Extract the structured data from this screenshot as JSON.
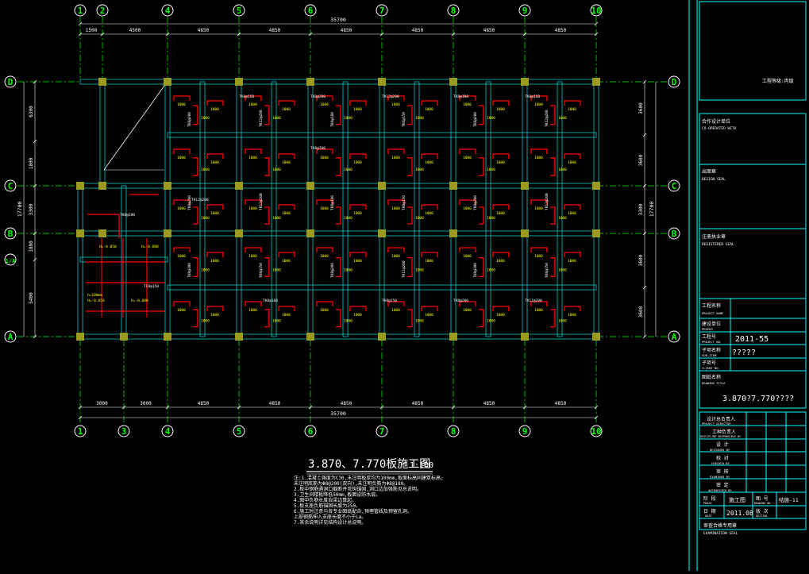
{
  "drawing": {
    "top_axes": [
      "1",
      "2",
      "4",
      "5",
      "6",
      "7",
      "8",
      "9",
      "10"
    ],
    "bottom_axes": [
      "1",
      "3",
      "4",
      "5",
      "6",
      "7",
      "8",
      "9",
      "10"
    ],
    "row_axes": [
      "D",
      "C",
      "B",
      "1/A",
      "A"
    ],
    "top_total": "35700",
    "top_dims": [
      "1500",
      "4500",
      "4850",
      "4850",
      "4850",
      "4850",
      "4850",
      "4850"
    ],
    "bottom_total": "35700",
    "bottom_dims": [
      "3000",
      "3000",
      "4850",
      "4850",
      "4850",
      "4850",
      "4850",
      "4850"
    ],
    "left_total": "17700",
    "left_dims": [
      "6300",
      "1800",
      "3300",
      "1800",
      "5400"
    ],
    "right_total": "17700",
    "right_dims": [
      "3600",
      "3600",
      "3300",
      "3600",
      "3600"
    ],
    "slab_label": "1000",
    "beam_labels": [
      "TK8@150",
      "TK8@200",
      "TK12@200",
      "TK8@180"
    ],
    "room_labels": [
      "h=100mm",
      "H=-0.050",
      "H=-0.080"
    ],
    "title": "3.870、7.770板施工图",
    "scale": "1:100",
    "notes": [
      "注:1.混凝土强度为C30,未注明板厚均为100mm,板面标高同建筑标高;",
      "    未注明底筋为Φ8@200(双向),未注明负筋为Φ8@180。",
      "2.板中钢筋遇洞口截断并弯钩锚固,洞口边加强筋见总说明。",
      "3.卫生间楼板降低50mm,板面设防水层。",
      "4.图中负筋长度自梁边算起。",
      "5.板支座负筋锚固长度为250。",
      "6.施工时注意与各专业图纸配合,预埋管线及预留孔洞。",
      "    上部钢筋伸入支座长度不小于La。",
      "7.其余说明详见结构设计总说明。"
    ]
  },
  "title_block": {
    "top_note": "工程等级:丙级",
    "coop_label": "合作设计单位",
    "coop_en": "CO-OPERATED WITH",
    "design_seal": "出图章",
    "design_seal_en": "DESIGN SEAL",
    "reg_seal": "注册执业章",
    "reg_seal_en": "REGISTERED SEAL",
    "project_label": "工程名称",
    "project_en": "PROJECT NAME",
    "client_label": "建设单位",
    "client_en": "PROPER",
    "proj_no_label": "工程号",
    "proj_no_en": "PROJECT NO.",
    "proj_no_value": "2011-55",
    "sub_label": "子项名称",
    "sub_en": "SUB-ITEM",
    "sub_value": "?????",
    "sub_no_label": "子项号",
    "sub_no_en": "CLIENT NO.",
    "drawing_title_label": "图纸名称",
    "drawing_title_en": "DRAWING TITLE",
    "drawing_title_value": "3.870?7.770????",
    "director": "设计总负责人",
    "director_en": "PROJECT DIRECTOR",
    "discipline": "工种负责人",
    "discipline_en": "DISCIPLINE RESPONSIBLE BY",
    "designed": "设 计",
    "designed_en": "DESIGNED BY",
    "checked": "校 对",
    "checked_en": "CHECKED BY",
    "examined": "审 核",
    "examined_en": "EXAMINED BY",
    "authorized": "审 定",
    "authorized_en": "AUTHORIZED BY",
    "phase": "阶 段",
    "phase_en": "PHASE",
    "phase_value": "施工图",
    "drawing_no": "图 号",
    "drawing_no_en": "DRAWING NO.",
    "drawing_no_value": "结施-11",
    "date": "日 期",
    "date_en": "DATE",
    "date_value": "2011.08",
    "edition": "版 次",
    "edition_en": "EDITION",
    "exam_seal": "审查合格专用章",
    "exam_seal_en": "EXAMINATION SEAL"
  },
  "colors": {
    "background": "#000000",
    "axis_circle": "#00ff00",
    "axis_line": "#00ff00",
    "dimension": "#ffffff",
    "wall": "#00c8c8",
    "column": "#9a9a1e",
    "rebar": "#ff0000",
    "slab_text": "#ffff00",
    "frame": "#00ffff",
    "title_text": "#ffffff"
  }
}
